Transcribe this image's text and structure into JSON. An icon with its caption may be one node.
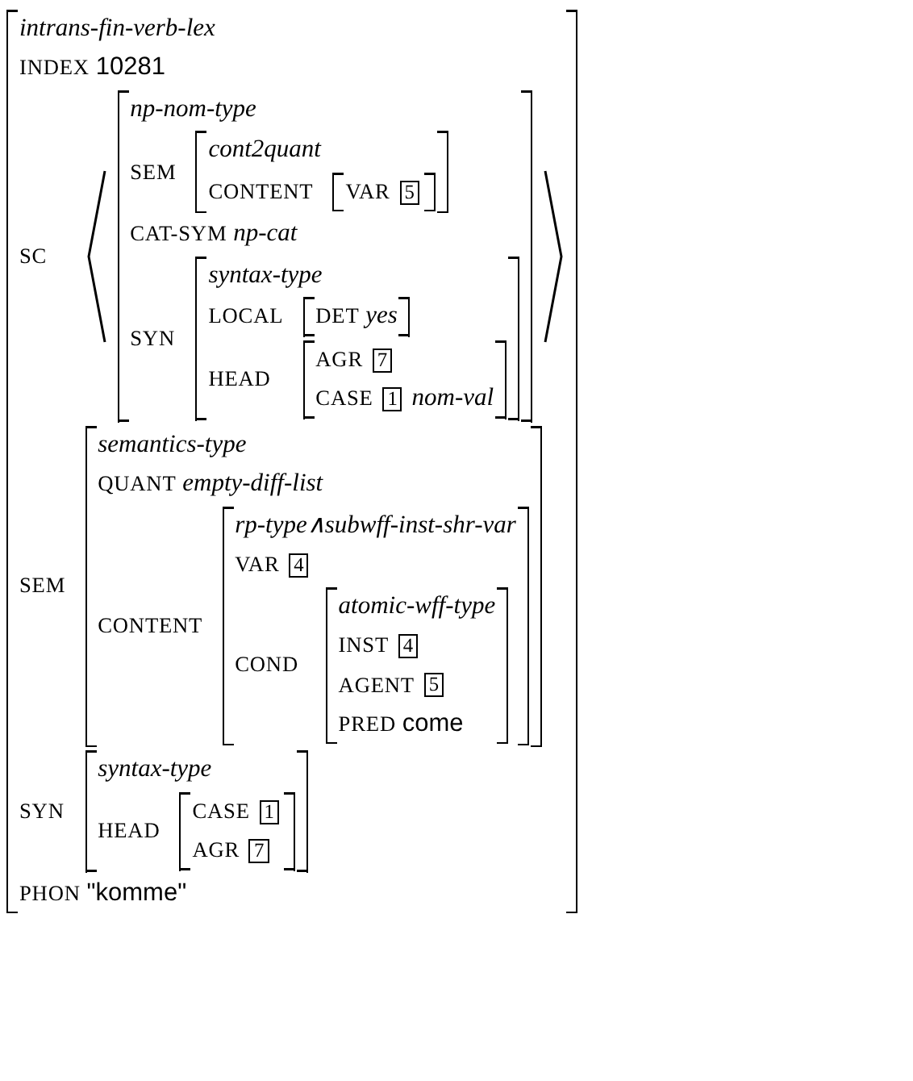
{
  "diagram": {
    "nodes": [
      {
        "text": [
          "intrans-fin-verb-lex",
          "INDEX",
          "10281",
          "SC",
          "SEM",
          "SYN",
          "PHON",
          "\"komme\""
        ]
      },
      {
        "text": [
          "np-nom-type",
          "SEM",
          "CAT-SYM",
          "np-cat",
          "SYN"
        ],
        "in": 0
      },
      {
        "text": [
          "cont2quant",
          "CONTENT"
        ],
        "in": 1
      },
      {
        "text": [
          "VAR"
        ],
        "in": 2
      },
      {
        "text": [
          "5"
        ],
        "in": 3
      },
      {
        "text": [
          "syntax-type",
          "LOCAL",
          "HEAD"
        ],
        "in": 1
      },
      {
        "text": [
          "DET",
          "yes"
        ],
        "in": 5
      },
      {
        "text": [
          "AGR",
          "CASE",
          "nom-val"
        ],
        "in": 5
      },
      {
        "text": [
          "7"
        ],
        "in": 7
      },
      {
        "text": [
          "1"
        ],
        "in": 7
      },
      {
        "text": [
          "semantics-type",
          "QUANT",
          "empty-diff-list",
          "CONTENT"
        ],
        "in": 0
      },
      {
        "text": [
          "rp-type∧subwff-inst-shr-var",
          "VAR",
          "COND"
        ],
        "in": 10
      },
      {
        "text": [
          "4"
        ],
        "in": 11
      },
      {
        "text": [
          "atomic-wff-type",
          "INST",
          "AGENT",
          "PRED",
          "come"
        ],
        "in": 11
      },
      {
        "text": [
          "4"
        ],
        "in": 13
      },
      {
        "text": [
          "5"
        ],
        "in": 13
      },
      {
        "text": [
          "syntax-type",
          "HEAD"
        ],
        "in": 0
      },
      {
        "text": [
          "CASE",
          "AGR"
        ],
        "in": 16
      },
      {
        "text": [
          "1"
        ],
        "in": 17
      },
      {
        "text": [
          "7"
        ],
        "in": 17
      }
    ]
  }
}
